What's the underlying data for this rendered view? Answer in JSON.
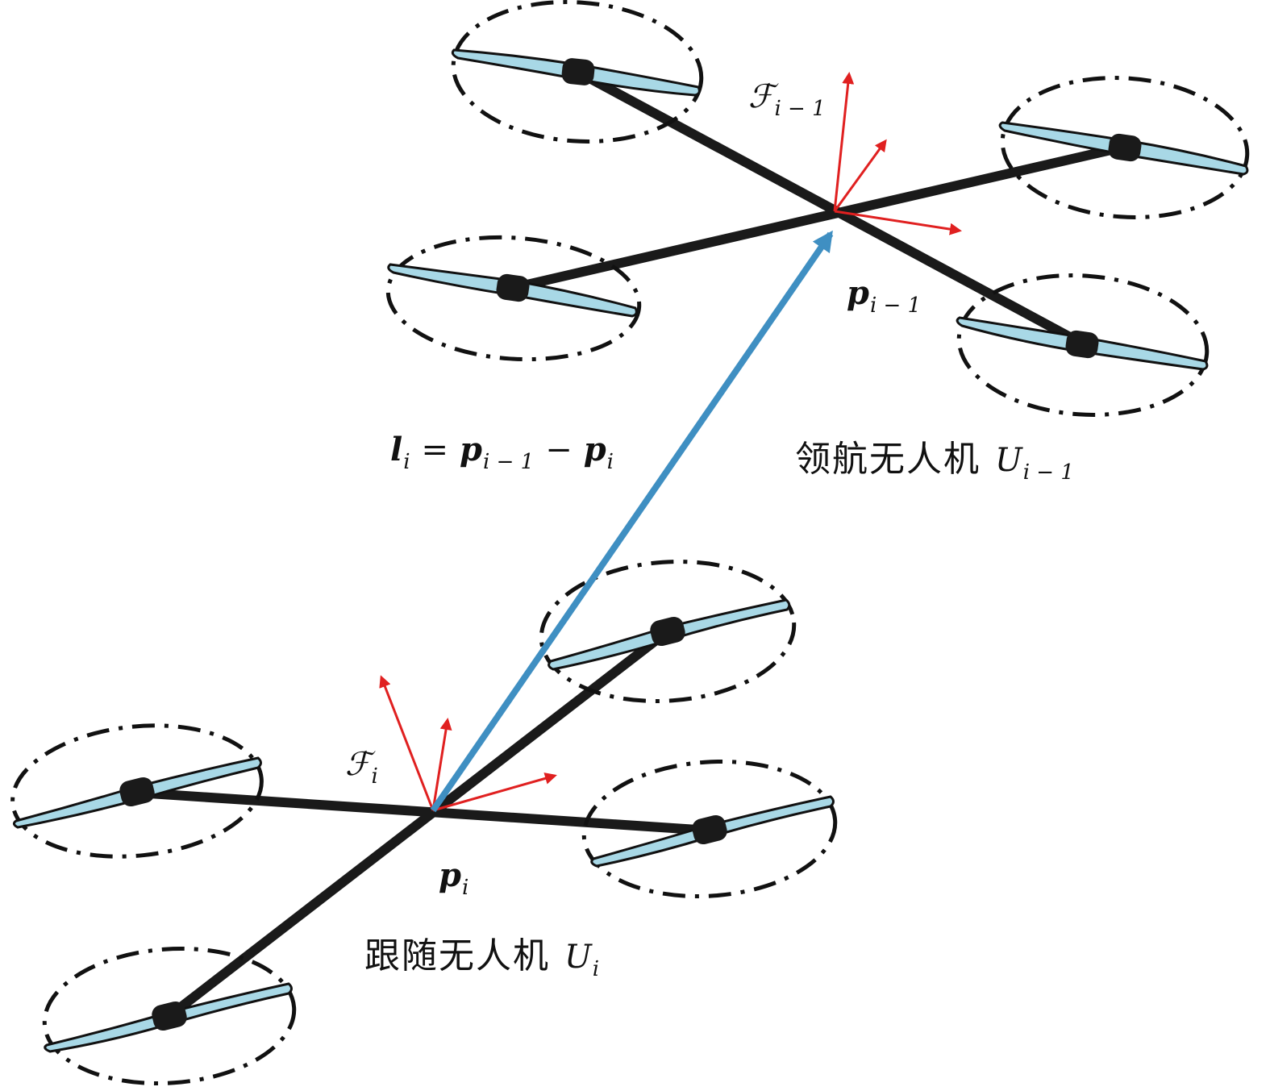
{
  "colors": {
    "arm": "#1a1a1a",
    "blade_fill": "#a8d8e6",
    "blade_stroke": "#111111",
    "hub": "#1a1a1a",
    "rotor_ring": "#111111",
    "frame_axes": "#e02020",
    "relative_vector": "#3f8fc2"
  },
  "icons": {
    "leader": "quadrotor-drone-icon",
    "follower": "quadrotor-drone-icon",
    "frame": "coordinate-frame-axes-icon",
    "vector": "blue-arrow-icon"
  },
  "labels": {
    "leader_frame": {
      "symbol": "ℱ",
      "sub": "i − 1"
    },
    "leader_position": {
      "symbol": "p",
      "sub": "i − 1"
    },
    "follower_frame": {
      "symbol": "ℱ",
      "sub": "i"
    },
    "follower_position": {
      "symbol": "p",
      "sub": "i"
    },
    "relative_vector": {
      "l": "l",
      "l_sub": "i",
      "eq": "=",
      "p1": "p",
      "p1_sub": "i − 1",
      "minus": "−",
      "p2": "p",
      "p2_sub": "i"
    },
    "leader_name": {
      "text": "领航无人机",
      "symbol": "U",
      "sub": "i − 1"
    },
    "follower_name": {
      "text": "跟随无人机",
      "symbol": "U",
      "sub": "i"
    }
  }
}
